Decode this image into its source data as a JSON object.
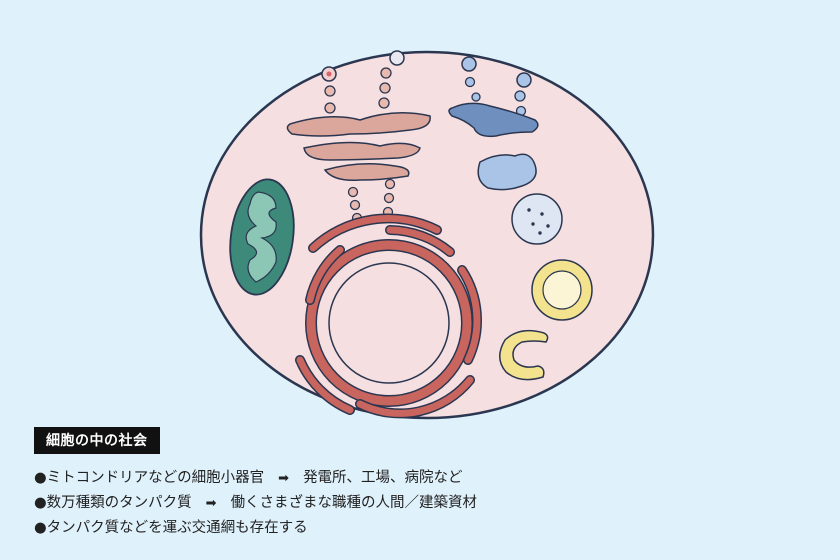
{
  "caption": {
    "title": "細胞の中の社会",
    "items": [
      {
        "text": "●ミトコンドリアなどの細胞小器官",
        "arrow": "➡",
        "meaning": "発電所、工場、病院など"
      },
      {
        "text": "●数万種類のタンパク質",
        "arrow": "➡",
        "meaning": "働くさまざまな職種の人間／建築資材"
      },
      {
        "text": "●タンパク質などを運ぶ交通網も存在する"
      }
    ]
  },
  "colors": {
    "background": "#dff1fb",
    "cell": "#f5dfe0",
    "outline": "#2b3650",
    "nucleus": "#c8655f",
    "golgi": "#dba69b",
    "mitochondria": "#3d8a7a",
    "mitochondria_inner": "#8cc7b6",
    "vesicle_blue": "#6f8fbf",
    "vesicle_light": "#a9c4e6",
    "lysosome": "#dde6f2",
    "yellow": "#f3e38e",
    "yellow_edge": "#e5c95a"
  }
}
